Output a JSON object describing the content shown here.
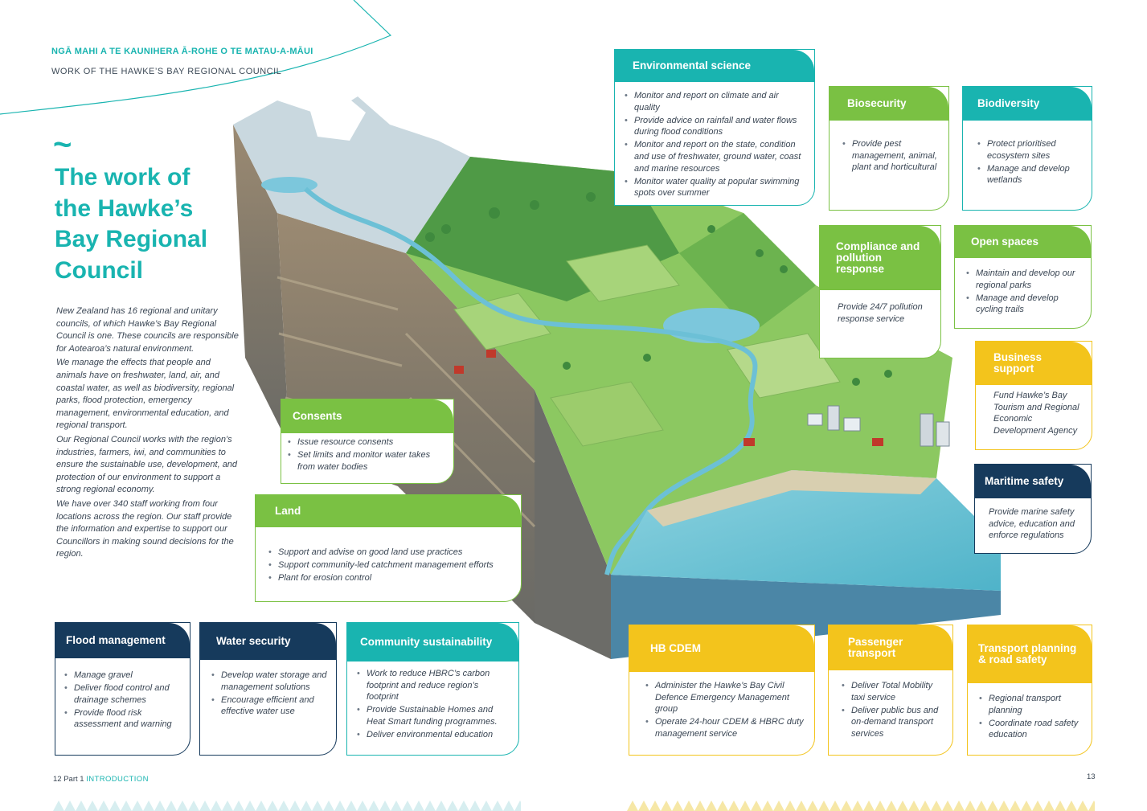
{
  "header": {
    "kicker_maori": "NGĀ MAHI A TE KAUNIHERA Ā-ROHE O TE MATAU-A-MĀUI",
    "kicker_english": "WORK OF THE HAWKE’S BAY REGIONAL COUNCIL",
    "title": "The work of the Hawke’s Bay Regional Council"
  },
  "intro": [
    "New Zealand has 16 regional and unitary councils, of which Hawke’s Bay Regional Council is one. These councils are responsible for Aotearoa’s natural environment.",
    "We manage the effects that people and animals have on freshwater, land, air, and coastal water, as well as biodiversity, regional parks, flood protection, emergency management, environmental education, and regional transport.",
    "Our Regional Council works with the region’s industries, farmers, iwi, and communities to ensure the sustainable use, development, and protection of our environment to support a strong regional economy.",
    "We have over 340 staff working from four locations across the region. Our staff provide the information and expertise to support our Councillors in making sound decisions for the region."
  ],
  "cards": {
    "environmental_science": {
      "title": "Environmental science",
      "items": [
        "Monitor and report on climate and air quality",
        "Provide advice on rainfall and water flows during flood conditions",
        "Monitor and report on the state, condition and use of freshwater, ground water, coast and marine resources",
        "Monitor water quality at popular swimming spots over summer"
      ]
    },
    "biosecurity": {
      "title": "Biosecurity",
      "items": [
        "Provide pest management, animal, plant and horticultural"
      ]
    },
    "biodiversity": {
      "title": "Biodiversity",
      "items": [
        "Protect prioritised ecosystem sites",
        "Manage and develop wetlands"
      ]
    },
    "compliance": {
      "title": "Compliance and pollution response",
      "text": "Provide 24/7 pollution response service"
    },
    "open_spaces": {
      "title": "Open spaces",
      "items": [
        "Maintain and develop our regional parks",
        "Manage and develop cycling trails"
      ]
    },
    "business_support": {
      "title": "Business support",
      "text": "Fund Hawke’s Bay Tourism and Regional Economic Development Agency"
    },
    "maritime_safety": {
      "title": "Maritime safety",
      "text": "Provide marine safety advice, education and enforce regulations"
    },
    "consents": {
      "title": "Consents",
      "items": [
        "Issue resource consents",
        "Set limits and monitor water takes from water bodies"
      ]
    },
    "land": {
      "title": "Land",
      "items": [
        "Support and advise on good land use practices",
        "Support community-led catchment management efforts",
        "Plant for erosion control"
      ]
    },
    "flood_management": {
      "title": "Flood management",
      "items": [
        "Manage gravel",
        "Deliver flood control and drainage schemes",
        "Provide flood risk assessment and warning"
      ]
    },
    "water_security": {
      "title": "Water security",
      "items": [
        "Develop water storage and management solutions",
        "Encourage efficient and effective water use"
      ]
    },
    "community_sustainability": {
      "title": "Community sustainability",
      "items": [
        "Work to reduce HBRC’s carbon footprint and reduce region’s footprint",
        "Provide Sustainable Homes and Heat Smart funding programmes.",
        "Deliver environmental education"
      ]
    },
    "hb_cdem": {
      "title": "HB CDEM",
      "items": [
        "Administer the Hawke’s Bay Civil Defence Emergency Management group",
        "Operate 24-hour CDEM & HBRC duty management service"
      ]
    },
    "passenger_transport": {
      "title": "Passenger transport",
      "items": [
        "Deliver Total Mobility taxi service",
        "Deliver public bus and on-demand transport services"
      ]
    },
    "transport_planning": {
      "title": "Transport planning & road safety",
      "items": [
        "Regional transport planning",
        "Coordinate road safety education"
      ]
    }
  },
  "footer": {
    "left_page": "12",
    "part": "Part 1",
    "section": "INTRODUCTION",
    "right_page": "13"
  },
  "colors": {
    "teal": "#19b4b0",
    "green": "#7ac143",
    "yellow": "#f3c41c",
    "navy": "#163a5c"
  }
}
